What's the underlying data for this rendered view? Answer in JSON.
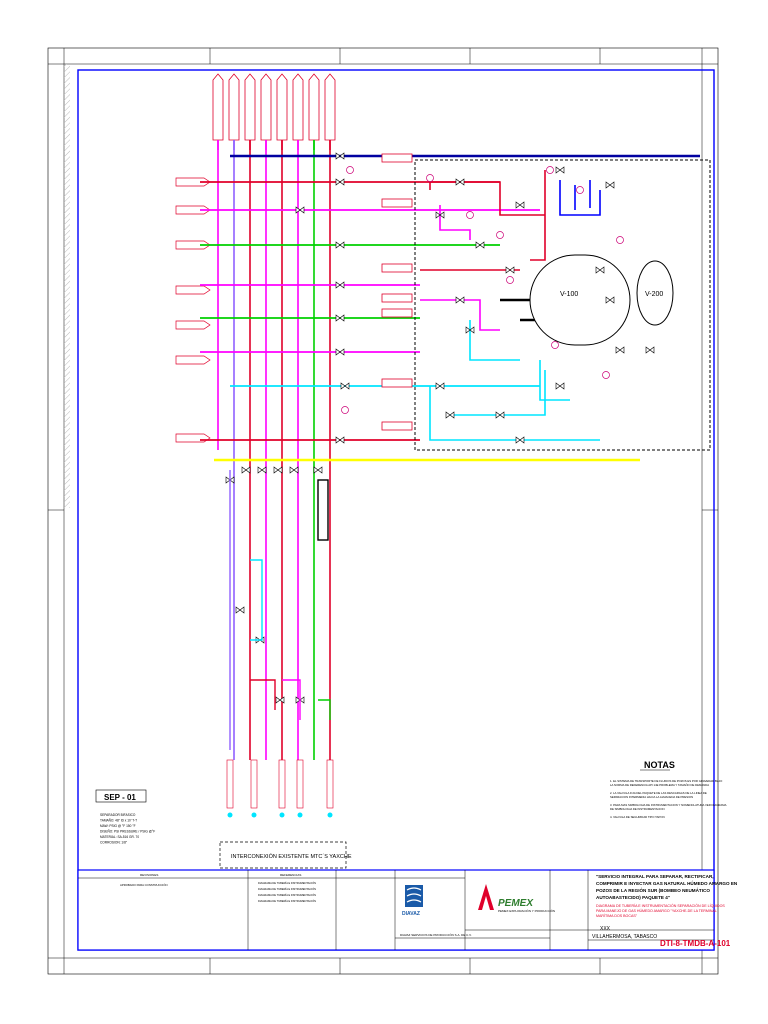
{
  "vessels": {
    "v100": "V-100",
    "v200": "V-200"
  },
  "sep": {
    "title": "SEP - 01",
    "lines": [
      "SEPARADOR BIFASICO",
      "TAMAÑO: 48\" ID x 10' T-T",
      "MAW: PSIG @ °F 150 °F",
      "DISEÑO: PSI PRESSURE / PSIG @°F",
      "MATERIAL: SA-516 GR. 70",
      "CORROSION: 1/8\""
    ]
  },
  "interconnection": "INTERCONEXIÓN EXISTENTE MTC´S YAXCHE",
  "notes": {
    "title": "NOTAS",
    "items": [
      "1. EL SISTEMA DE TRANSPORTE DE FLUIDOS DE POZOS ES POR GRAVEDAD BAJO LA NORMA DE REFERENCIA API 14E PROBLEMA Y TAMAÑO DE DEMANDA",
      "2. LA VALVULA FIJA DEL PAQUETE DE LAS DESCARGAS DE LA LINEA DE SEPARACION INTERMEDIA HACIA LA ALMACENA DE PRESION",
      "3. PARA MAS SIMBOLOGIA DE INSTRUMENTACION Y NOMENCLATURA VER DIAGRAMA DE SIMBOLOGIA DE INSTRUMENTACION",
      "4. VALVULA DE SEGURIDAD TIPO TAPON"
    ]
  },
  "title_block": {
    "project": "\"SERVICIO INTEGRAL PARA SEPARAR, RECTIFICAR, COMPRIMIR E INYECTAR GAS NATURAL HÚMEDO AMARGO EN POZOS DE LA REGIÓN SUR (BOMBEO NEUMÁTICO AUTOABASTECIDO) PAQUETE 4\"",
    "drawing_title": "DIAGRAMA DE TUBERÍA E INSTRUMENTACIÓN SEPARACIÓN DE LÍQUIDOS PARA MANEJO DE GAS HÚMEDO AMARGO \"YAXCHE-DE LA TERMINAL MARÍTIMA DOS BOCAS\"",
    "location": "VILLAHERMOSA, TABASCO",
    "drawing_number": "DTI-8-TMDB-A-101",
    "company_left": "DIAVAZ",
    "company_left_sub": "DIAVAZ SERVICIOS DE PRODUCCIÓN S.A. DE C.V.",
    "company_right": "PEMEX",
    "company_right_sub": "PEMEX EXPLORACIÓN Y PRODUCCIÓN",
    "sheet_code": "XXX"
  },
  "revisions": {
    "header": "REVISIONES",
    "row1": "APROBADO PARA CONSTRUCCIÓN"
  },
  "references": {
    "header": "REFERENCIAS",
    "rows": [
      "DIAGRAMA DE TUBERÍA E INSTRUMENTACIÓN",
      "DIAGRAMA DE TUBERÍA E INSTRUMENTACIÓN",
      "DIAGRAMA DE TUBERÍA E INSTRUMENTACIÓN",
      "DIAGRAMA DE TUBERÍA E INSTRUMENTACIÓN"
    ]
  },
  "colors": {
    "red": "#e0002a",
    "magenta": "#ff00ff",
    "green": "#00d000",
    "yellow": "#ffff00",
    "cyan": "#00e5ff",
    "blue": "#0000ff",
    "darkblue": "#0000a0",
    "purple": "#9060ff"
  }
}
